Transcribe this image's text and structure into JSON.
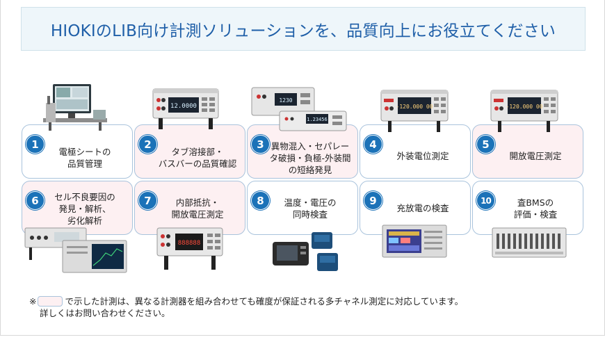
{
  "banner": {
    "title": "HIOKIのLIB向け計測ソリューションを、品質向上にお役立てください"
  },
  "cells": [
    {
      "num": "1",
      "label": "電極シートの\n品質管理",
      "color": "white"
    },
    {
      "num": "2",
      "label": "タブ溶接部・\nバスバーの品質確認",
      "color": "pink"
    },
    {
      "num": "3",
      "label": "異物混入・セパレー\nタ破損・負極-外装間\nの短絡発見",
      "color": "pink"
    },
    {
      "num": "4",
      "label": "外装電位測定",
      "color": "white"
    },
    {
      "num": "5",
      "label": "開放電圧測定",
      "color": "pink"
    },
    {
      "num": "6",
      "label": "セル不良要因の\n発見・解析、\n劣化解析",
      "color": "pink"
    },
    {
      "num": "7",
      "label": "内部抵抗・\n開放電圧測定",
      "color": "pink"
    },
    {
      "num": "8",
      "label": "温度・電圧の\n同時検査",
      "color": "white"
    },
    {
      "num": "9",
      "label": "充放電の検査",
      "color": "white"
    },
    {
      "num": "10",
      "label": "査BMSの\n評価・検査",
      "color": "white"
    }
  ],
  "device_readouts": {
    "d2": "12.0000",
    "d3": "1230",
    "d3b": "1.23456",
    "d4": "-120.000 00",
    "d5": "-120.000 00",
    "d7": "888888"
  },
  "note": {
    "marker": "※",
    "line1": "で示した計測は、異なる計測器を組み合わせても確度が保証される多チャネル測定に対応しています。",
    "line2": "詳しくはお問い合わせください。"
  }
}
